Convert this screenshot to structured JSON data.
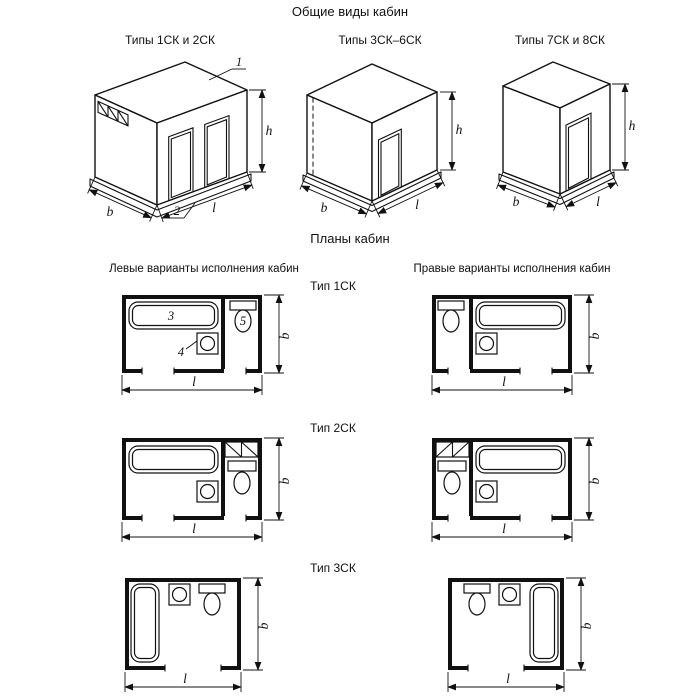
{
  "page": {
    "title": "Общие виды кабин",
    "plans_title": "Планы кабин"
  },
  "general_views": {
    "view1": {
      "label": "Типы 1СК и 2СК"
    },
    "view2": {
      "label": "Типы 3СК–6СК"
    },
    "view3": {
      "label": "Типы 7СК и 8СК"
    }
  },
  "plans": {
    "left_header": "Левые варианты исполнения кабин",
    "right_header": "Правые варианты исполнения кабин",
    "type1_label": "Тип 1СК",
    "type2_label": "Тип 2СК",
    "type3_label": "Тип 3СК"
  },
  "callouts": {
    "c1": "1",
    "c2": "2",
    "c3": "3",
    "c4": "4",
    "c5": "5"
  },
  "dims": {
    "h": "h",
    "b": "b",
    "l": "l"
  },
  "colors": {
    "line": "#111111",
    "background": "#ffffff"
  }
}
